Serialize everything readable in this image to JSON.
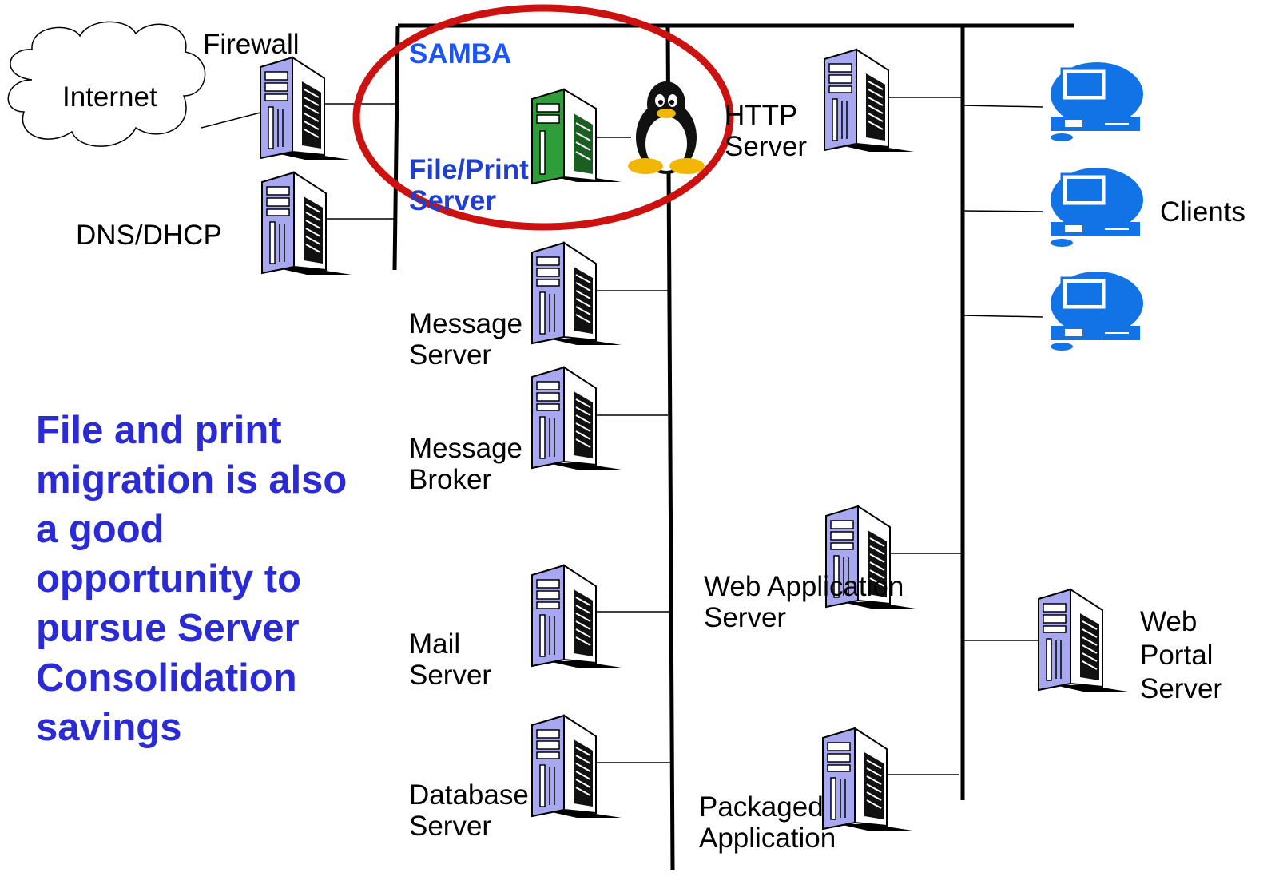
{
  "labels": {
    "internet": "Internet",
    "firewall": "Firewall",
    "dns_dhcp": "DNS/DHCP",
    "samba": "SAMBA",
    "file_print_server": [
      "File/Print",
      "Server"
    ],
    "http_server": [
      "HTTP",
      "Server"
    ],
    "clients": "Clients",
    "message_server": [
      "Message",
      "Server"
    ],
    "message_broker": [
      "Message",
      "Broker"
    ],
    "mail_server": [
      "Mail",
      "Server"
    ],
    "database_server": [
      "Database",
      "Server"
    ],
    "web_application_server": [
      "Web Application",
      "Server"
    ],
    "web_portal_server": [
      "Web",
      "Portal",
      "Server"
    ],
    "packaged_application": [
      "Packaged",
      "Application"
    ]
  },
  "callout": "File and print migration is also a good opportunity to pursue Server Consolidation savings",
  "colors": {
    "server_body": "#a8a8f0",
    "server_highlight": "#2e9e3a",
    "client_blue": "#1173e6",
    "ellipse_red": "#cc1111",
    "callout_text": "#2b2bd6",
    "samba_text": "#1a53ff"
  },
  "icons": {
    "server": "tower-server-icon",
    "highlighted_server": "green-server-icon",
    "linux": "tux-penguin-icon",
    "client": "desktop-computer-icon",
    "cloud": "cloud-icon"
  }
}
